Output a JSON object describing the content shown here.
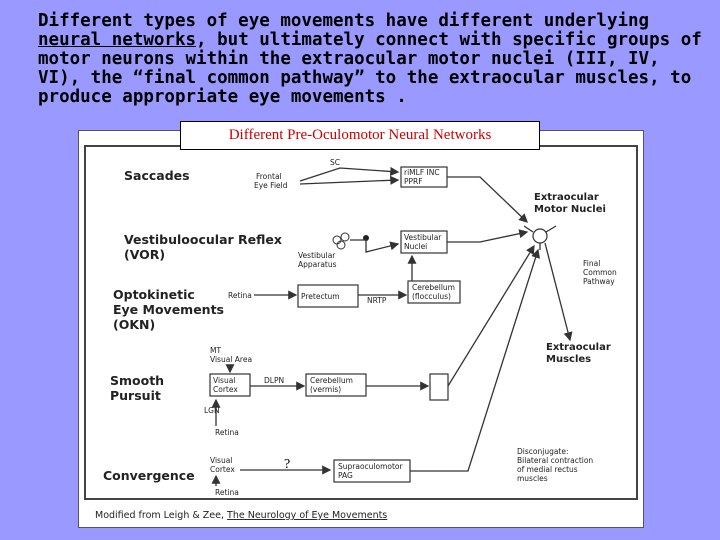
{
  "intro": {
    "part1": "Different types of eye movements have different underlying ",
    "link": "neural networks",
    "part2": ", but ultimately connect with specific groups of motor neurons within the extraocular motor nuclei (III, IV, VI), the “final common pathway” to the extraocular muscles, to produce appropriate eye movements ."
  },
  "banner": "Different Pre-Oculomotor Neural Networks",
  "diagram": {
    "categories": {
      "saccades": "Saccades",
      "vor_line1": "Vestibuloocular Reflex",
      "vor_line2": "(VOR)",
      "okn_line1": "Optokinetic",
      "okn_line2": "Eye Movements",
      "okn_line3": "(OKN)",
      "pursuit_line1": "Smooth",
      "pursuit_line2": "Pursuit",
      "convergence": "Convergence"
    },
    "nodes": {
      "sc": "SC",
      "frontal_eye_field_1": "Frontal",
      "frontal_eye_field_2": "Eye Field",
      "rimlf_1": "riMLF INC",
      "rimlf_2": "PPRF",
      "vest_app_1": "Vestibular",
      "vest_app_2": "Apparatus",
      "vest_nuc_1": "Vestibular",
      "vest_nuc_2": "Nuclei",
      "retina_okn": "Retina",
      "pretectum": "Pretectum",
      "nrtp": "NRTP",
      "cereb_flocc_1": "Cerebellum",
      "cereb_flocc_2": "(flocculus)",
      "mt_1": "MT",
      "mt_2": "Visual Area",
      "visual_cortex_1": "Visual",
      "visual_cortex_2": "Cortex",
      "dlpn": "DLPN",
      "cereb_vermis_1": "Cerebellum",
      "cereb_vermis_2": "(vermis)",
      "lgn": "LGN",
      "retina_pursuit": "Retina",
      "conv_cortex_1": "Visual",
      "conv_cortex_2": "Cortex",
      "retina_conv": "Retina",
      "question": "?",
      "supraocul_1": "Supraoculomotor",
      "supraocul_2": "PAG"
    },
    "outputs": {
      "motor_nuclei_1": "Extraocular",
      "motor_nuclei_2": "Motor Nuclei",
      "fcp_1": "Final",
      "fcp_2": "Common",
      "fcp_3": "Pathway",
      "muscles_1": "Extraocular",
      "muscles_2": "Muscles",
      "disconj_1": "Disconjugate:",
      "disconj_2": "Bilateral contraction",
      "disconj_3": "of medial rectus",
      "disconj_4": "muscles"
    },
    "credit_prefix": "Modified from Leigh & Zee, ",
    "credit_title": "The Neurology of Eye Movements"
  }
}
